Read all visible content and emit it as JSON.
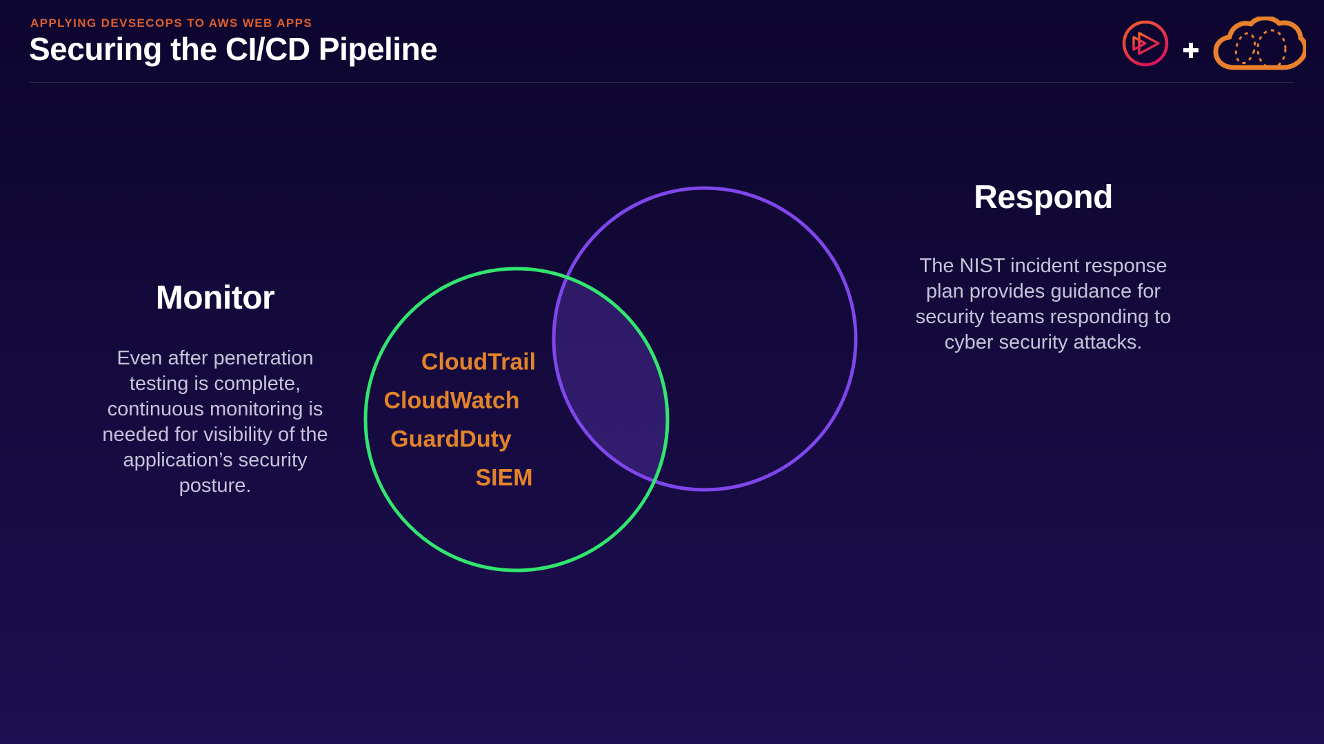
{
  "header": {
    "kicker": "APPLYING DEVSECOPS TO AWS WEB APPS",
    "title": "Securing the CI/CD Pipeline"
  },
  "venn": {
    "type": "venn-diagram",
    "monitor_items": [
      "CloudTrail",
      "CloudWatch",
      "GuardDuty",
      "SIEM"
    ],
    "left_circle_label": "Monitor",
    "right_circle_label": "Respond"
  },
  "sections": {
    "monitor": {
      "heading": "Monitor",
      "body": "Even after penetration\ntesting is complete,\ncontinuous monitoring is\nneeded for visibility of the\napplication’s security\nposture."
    },
    "respond": {
      "heading": "Respond",
      "body": "The NIST incident response\nplan provides guidance for\nsecurity teams responding to\ncyber security attacks."
    }
  },
  "icons": {
    "pluralsight-logo-icon": "circled double play-triangle outline, orange to magenta gradient",
    "plus-icon": "+",
    "aws-cloud-icon": "orange cloud outline with dashed swirl ellipses"
  },
  "colors": {
    "background_top": "#0D0630",
    "background_bottom": "#1C0E50",
    "kicker_orange": "#DE5F2D",
    "venn_item_orange": "#E2832B",
    "monitor_circle_green": "#31E56E",
    "respond_circle_purple": "#7F46EC",
    "overlap_fill": "rgba(129,76,235,0.26)",
    "heading_white": "#FFFFFF",
    "body_text": "#C7C3DA",
    "divider": "rgba(255,255,255,0.14)",
    "cloud_orange": "#E8802C",
    "ps_gradient_start": "#F2612B",
    "ps_gradient_end": "#DB1659"
  }
}
